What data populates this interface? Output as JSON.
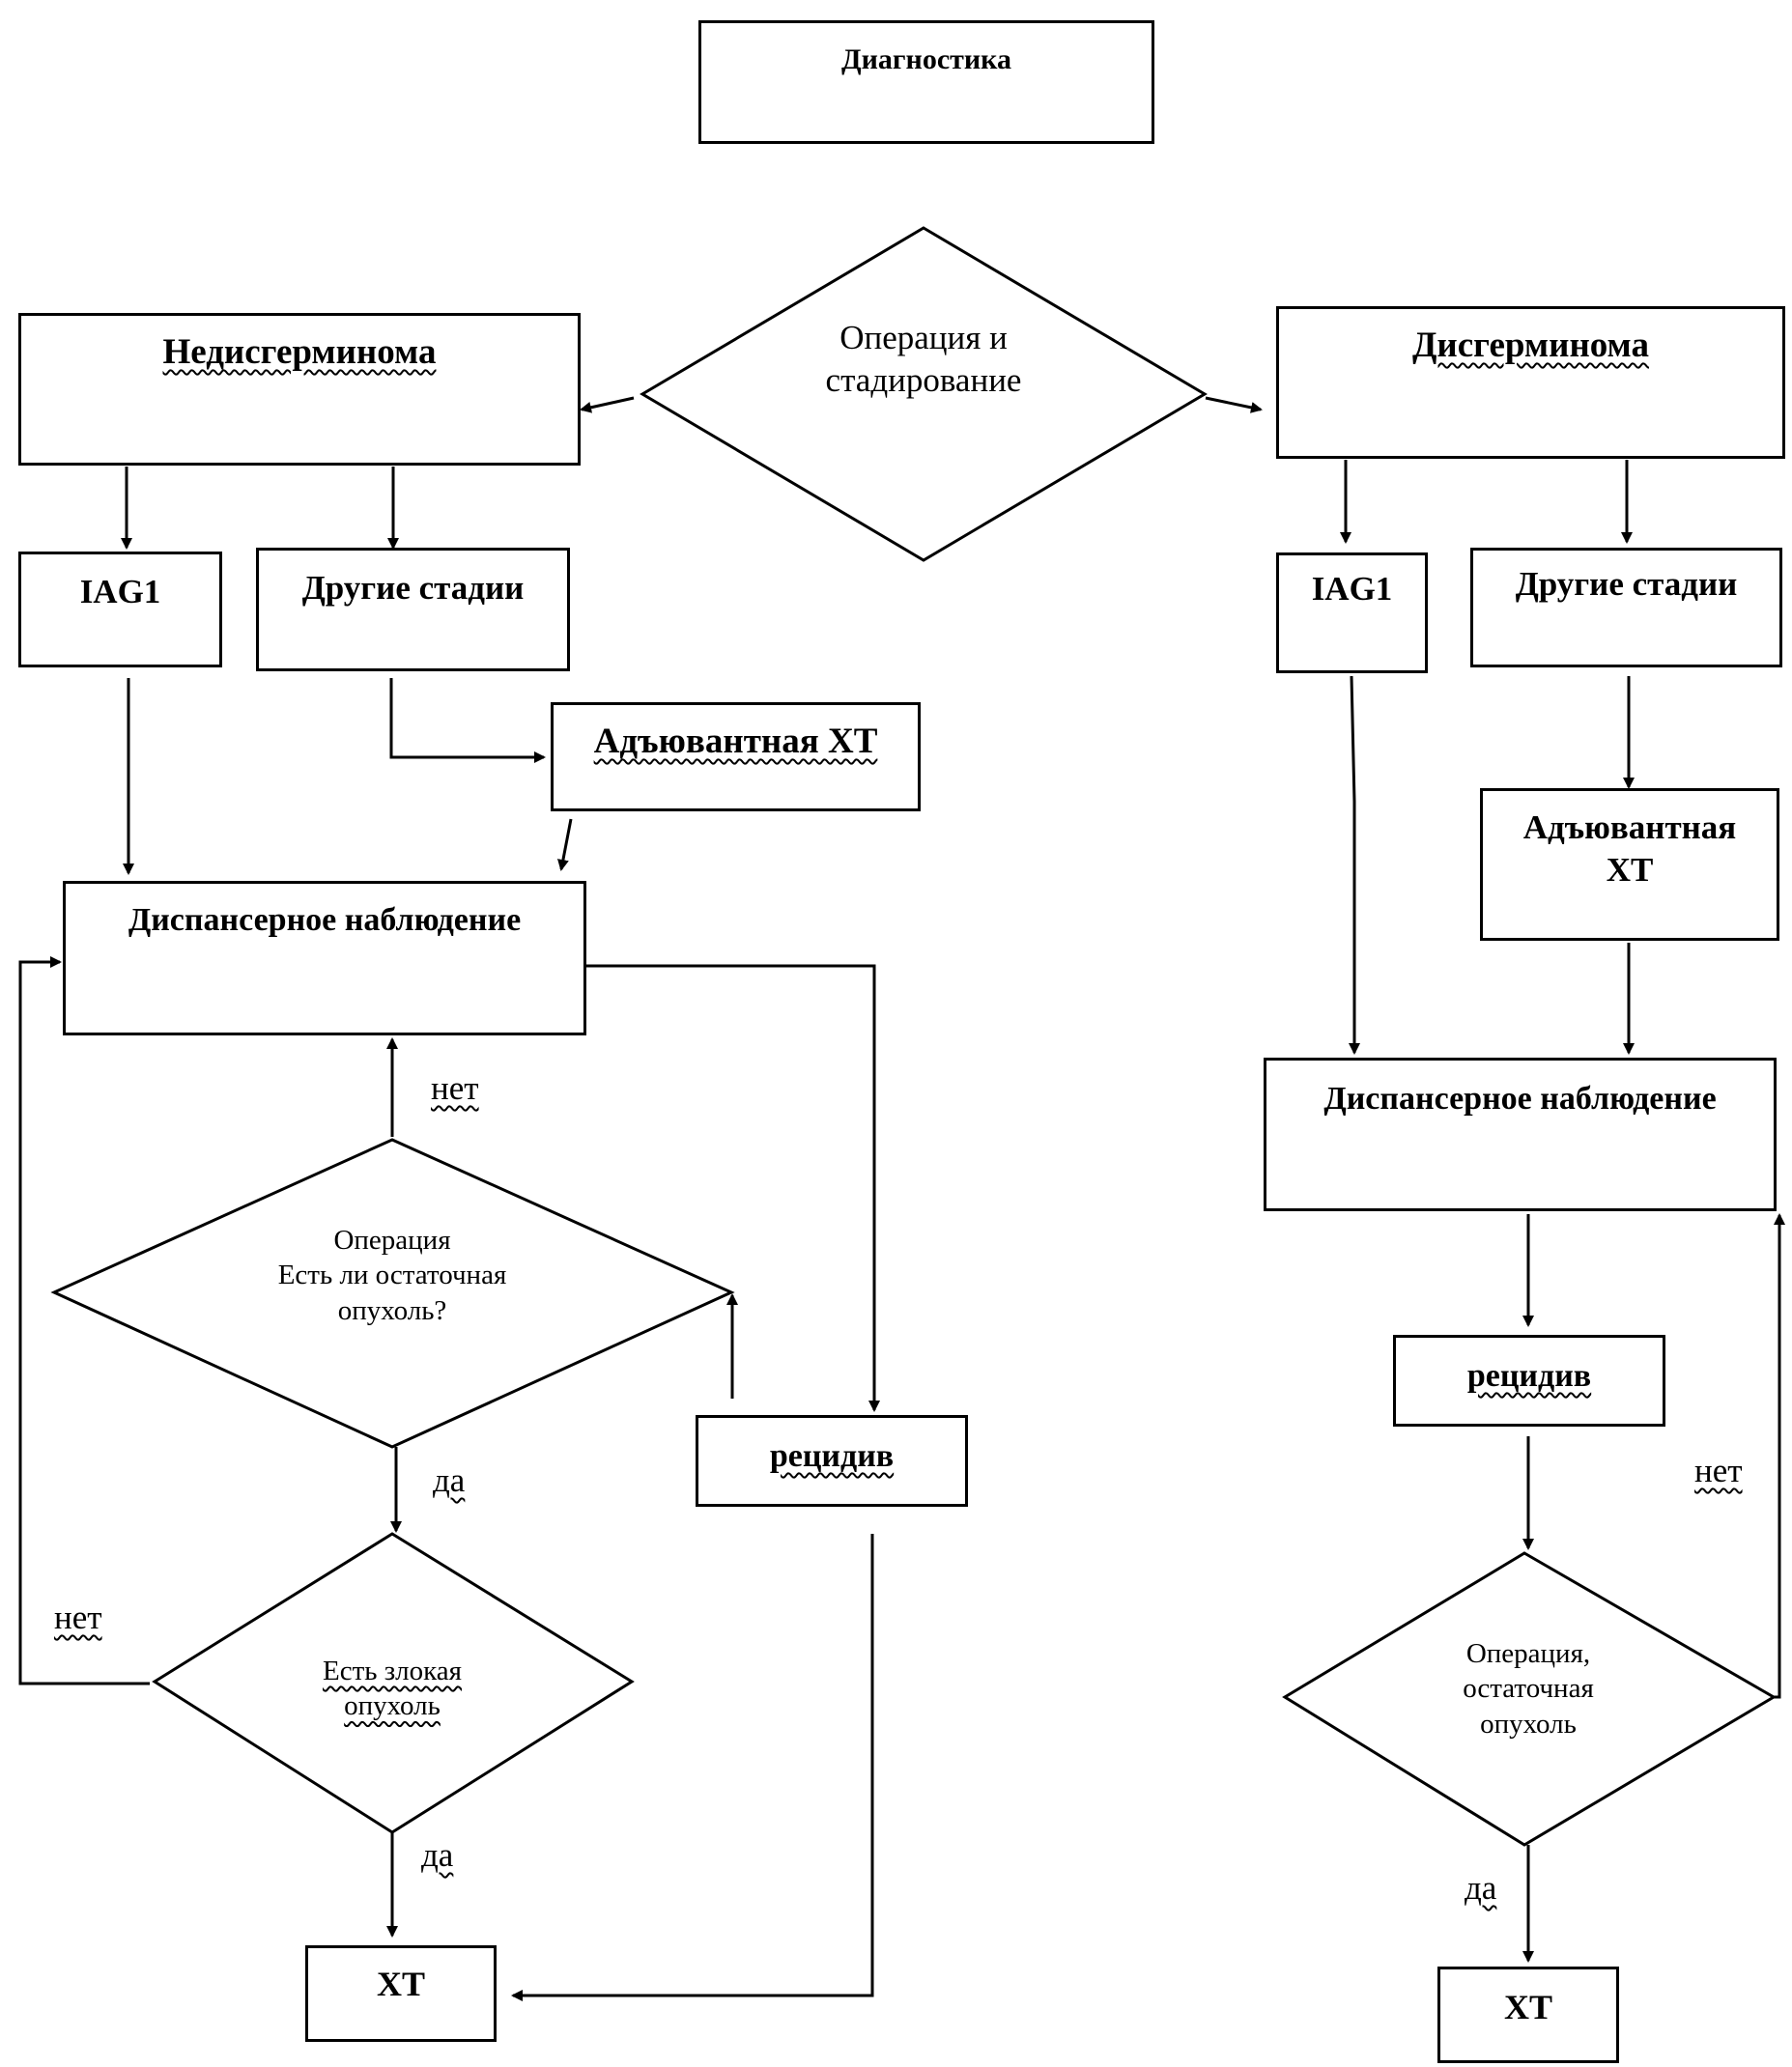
{
  "top": {
    "diagnostics": "Диагностика"
  },
  "center": {
    "operation_staging": "Операция и\nстадирование"
  },
  "left": {
    "title": "Недисгерминома",
    "iag1": "IAG1",
    "other_stages": "Другие стадии",
    "adjuvant": "Адъювантная ХТ",
    "observation": "Диспансерное наблюдение",
    "decision1": "Операция\nЕсть ли остаточная\nопухоль?",
    "relapse": "рецидив",
    "decision2": "Есть злокая\nопухоль",
    "no1": "нет",
    "yes1": "да",
    "no2": "нет",
    "yes2": "да",
    "chemo": "ХТ"
  },
  "right": {
    "title": "Дисгерминома",
    "iag1": "IAG1",
    "other_stages": "Другие стадии",
    "adjuvant": "Адъювантная\nХТ",
    "observation": "Диспансерное наблюдение",
    "relapse": "рецидив",
    "decision": "Операция,\nостаточная\nопухоль",
    "no": "нет",
    "yes": "да",
    "chemo": "ХТ"
  }
}
